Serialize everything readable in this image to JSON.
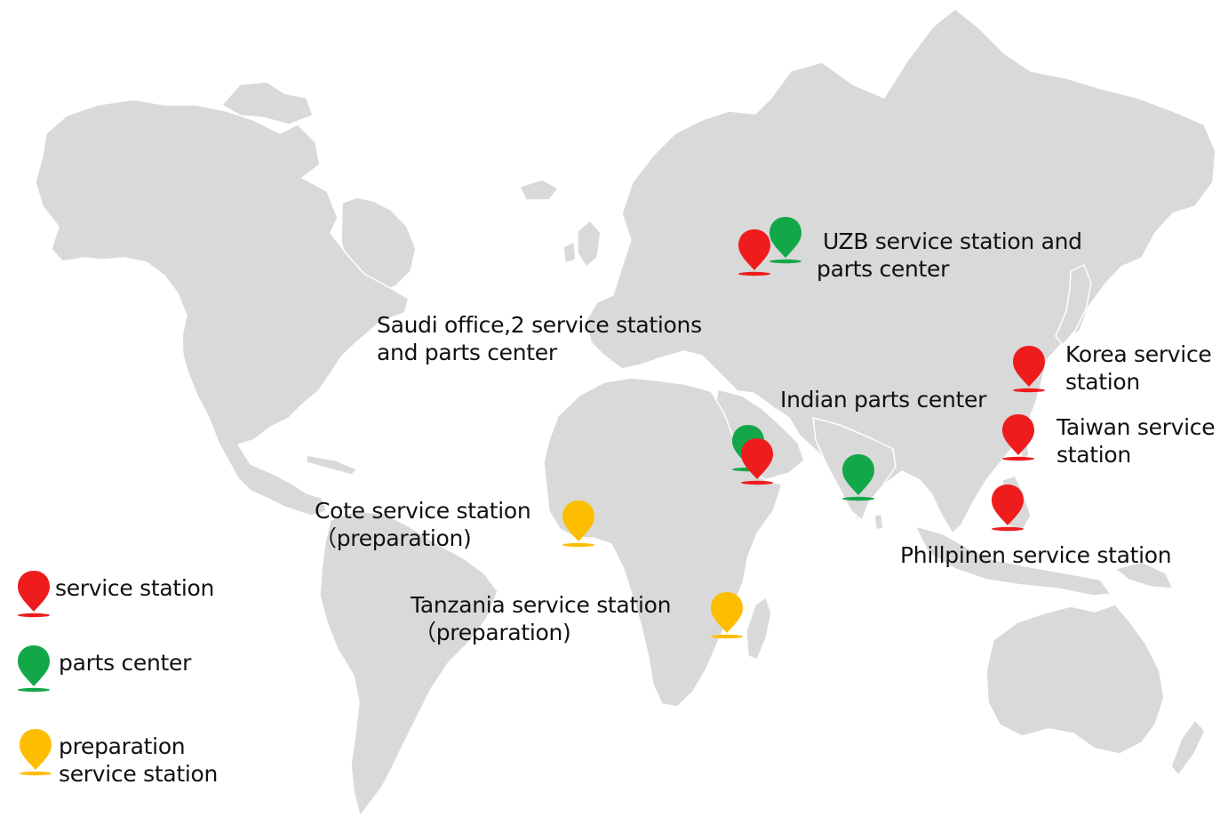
{
  "colors": {
    "land": "#d9d9d9",
    "service_station": "#ee1c1c",
    "parts_center": "#12a84a",
    "preparation": "#fdbd00"
  },
  "legend": {
    "service_station": "service station",
    "parts_center": "parts center",
    "preparation_line1": "preparation",
    "preparation_line2": "service station"
  },
  "labels": {
    "uzb_line1": "UZB service station and",
    "uzb_line2": "parts center",
    "saudi_line1": "Saudi office,2 service stations",
    "saudi_line2": "and parts center",
    "korea_line1": "Korea service",
    "korea_line2": "station",
    "indian": "Indian parts center",
    "taiwan_line1": "Taiwan service",
    "taiwan_line2": "station",
    "cote_line1": "Cote service station",
    "cote_line2": "（preparation)",
    "tanzania_line1": "Tanzania service station",
    "tanzania_line2": "（preparation)",
    "philippines": "Phillpinen service station"
  },
  "markers": [
    {
      "name": "uzb-service",
      "type": "service_station"
    },
    {
      "name": "uzb-parts",
      "type": "parts_center"
    },
    {
      "name": "saudi-parts",
      "type": "parts_center"
    },
    {
      "name": "saudi-service",
      "type": "service_station"
    },
    {
      "name": "india-parts",
      "type": "parts_center"
    },
    {
      "name": "korea-service",
      "type": "service_station"
    },
    {
      "name": "taiwan-service",
      "type": "service_station"
    },
    {
      "name": "philippines-service",
      "type": "service_station"
    },
    {
      "name": "cote-preparation",
      "type": "preparation"
    },
    {
      "name": "tanzania-preparation",
      "type": "preparation"
    }
  ]
}
